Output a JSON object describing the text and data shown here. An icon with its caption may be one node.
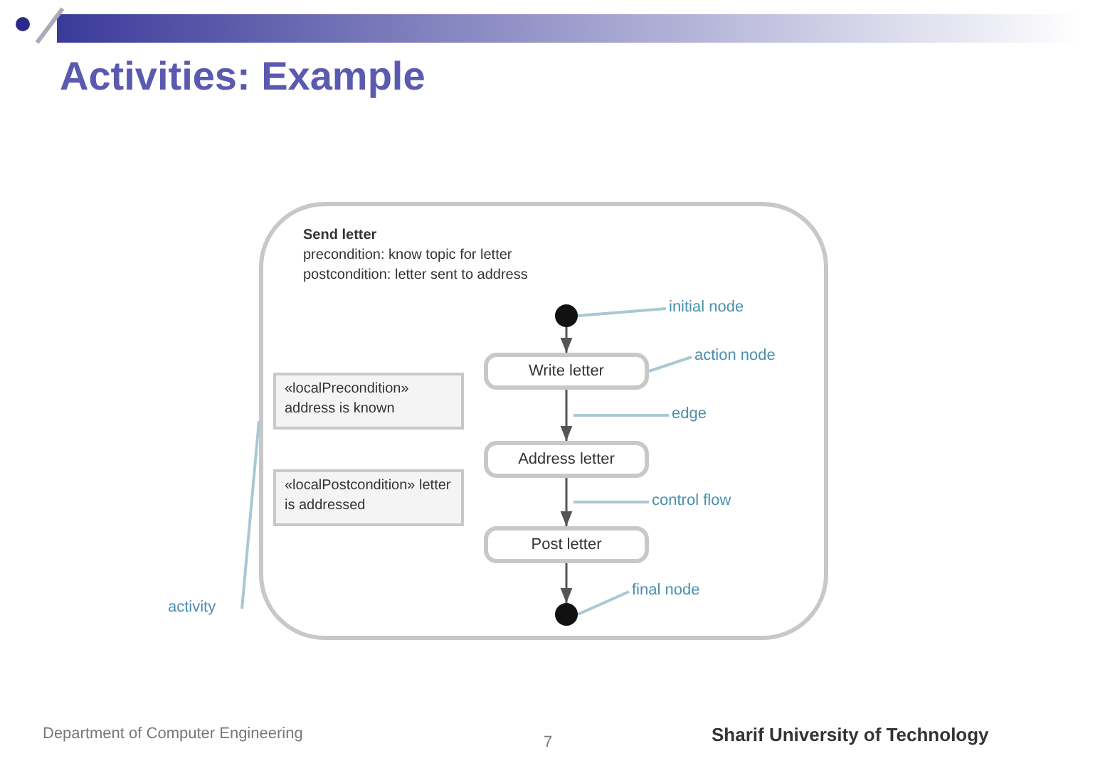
{
  "diagram": {
    "title": "Activities: Example",
    "nodes": [
      {
        "text": [
          "Send letter",
          "precondition: know topic for letter",
          "postcondition: letter sent to address"
        ]
      },
      {
        "text": [],
        "shape": "circle",
        "in": 0
      },
      {
        "text": [
          "Write letter"
        ],
        "in": 0
      },
      {
        "text": [
          "Address letter"
        ],
        "in": 0
      },
      {
        "text": [
          "Post letter"
        ],
        "in": 0
      },
      {
        "text": [],
        "shape": "circle",
        "in": 0
      },
      {
        "text": [
          "«localPrecondition» address is known"
        ],
        "in": 0
      },
      {
        "text": [
          "«localPostcondition» letter is addressed"
        ],
        "in": 0
      },
      {
        "text": [
          "initial node"
        ],
        "in": 0
      },
      {
        "text": [
          "action node"
        ],
        "in": 0
      },
      {
        "text": [
          "edge"
        ],
        "in": 0
      },
      {
        "text": [
          "control flow"
        ],
        "in": 0
      },
      {
        "text": [
          "final node"
        ],
        "in": 0
      },
      {
        "text": [
          "activity"
        ]
      }
    ],
    "edges": [
      {
        "from": 1,
        "to": 2,
        "arrow": "to",
        "color": "#555555"
      },
      {
        "from": 2,
        "to": 3,
        "arrow": "to",
        "color": "#555555"
      },
      {
        "from": 3,
        "to": 4,
        "arrow": "to",
        "color": "#555555"
      },
      {
        "from": 4,
        "to": 5,
        "arrow": "to",
        "color": "#555555"
      },
      {
        "from": 8,
        "to": 1,
        "arrow": "none"
      },
      {
        "from": 9,
        "to": 2,
        "arrow": "none"
      },
      {
        "from": 10,
        "to": null,
        "arrow": "none"
      },
      {
        "from": 11,
        "to": null,
        "arrow": "none"
      },
      {
        "from": 12,
        "to": 5,
        "arrow": "none"
      },
      {
        "from": 13,
        "to": 0,
        "arrow": "none"
      }
    ],
    "labels": [
      "Department of Computer Engineering",
      "7",
      "Sharif University of Technology"
    ]
  }
}
